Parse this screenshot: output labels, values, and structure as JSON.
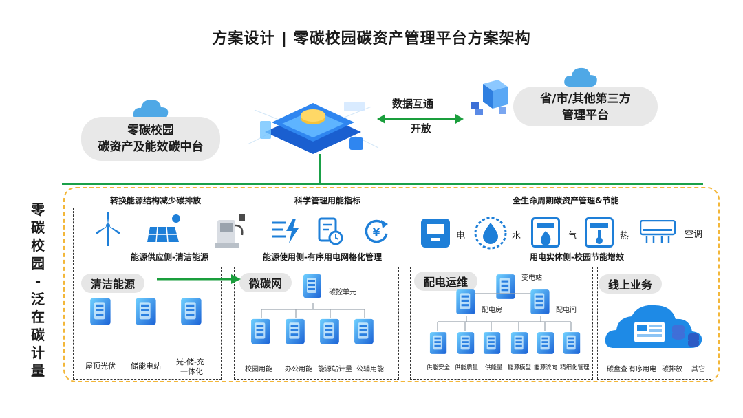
{
  "title": "方案设计 | 零碳校园碳资产管理平台方案架构",
  "left_platform": {
    "line1": "零碳校园",
    "line2": "碳资产及能效碳中台"
  },
  "right_platform": {
    "line1": "省/市/其他第三方",
    "line2": "管理平台"
  },
  "link": {
    "line1": "数据互通",
    "line2": "开放"
  },
  "side_label": {
    "part1": [
      "零",
      "碳",
      "校",
      "园"
    ],
    "dash": "-",
    "part2": [
      "泛",
      "在",
      "碳",
      "计",
      "量"
    ]
  },
  "top_section": {
    "heading_left": "转换能源结构减少碳排放",
    "heading_mid": "科学管理用能指标",
    "heading_right": "全生命周期碳资产管理&节能",
    "caption_left": "能源供应侧-清洁能源",
    "caption_mid": "能源使用侧-有序用电网格化管理",
    "caption_right": "用电实体侧-校园节能增效",
    "utilities": [
      {
        "icon": "electric-meter-icon",
        "label": "电"
      },
      {
        "icon": "water-drop-icon",
        "label": "水"
      },
      {
        "icon": "gas-icon",
        "label": "气"
      },
      {
        "icon": "heat-icon",
        "label": "热"
      },
      {
        "icon": "air-conditioner-icon",
        "label": "空调"
      }
    ]
  },
  "clean_energy": {
    "title": "清洁能源",
    "items": [
      "屋顶光伏",
      "储能电站",
      "光-储-充",
      "一体化"
    ]
  },
  "micro_grid": {
    "title": "微碳网",
    "top": "碳控单元",
    "items": [
      "校园用能",
      "办公用能",
      "能源站计量",
      "公辅用能"
    ]
  },
  "power_ops": {
    "title": "配电运维",
    "top": "变电站",
    "mid_left": "配电房",
    "mid_right": "配电间",
    "items": [
      "供能安全",
      "供能质量",
      "供能量",
      "能源模型",
      "能源流向",
      "精细化管理"
    ]
  },
  "online": {
    "title": "线上业务",
    "items": [
      "碳盘查",
      "有序用电",
      "碳排放",
      "其它"
    ]
  },
  "colors": {
    "accent_blue": "#1e7fd8",
    "green": "#17a34a",
    "orange_dash": "#f3b73a"
  }
}
